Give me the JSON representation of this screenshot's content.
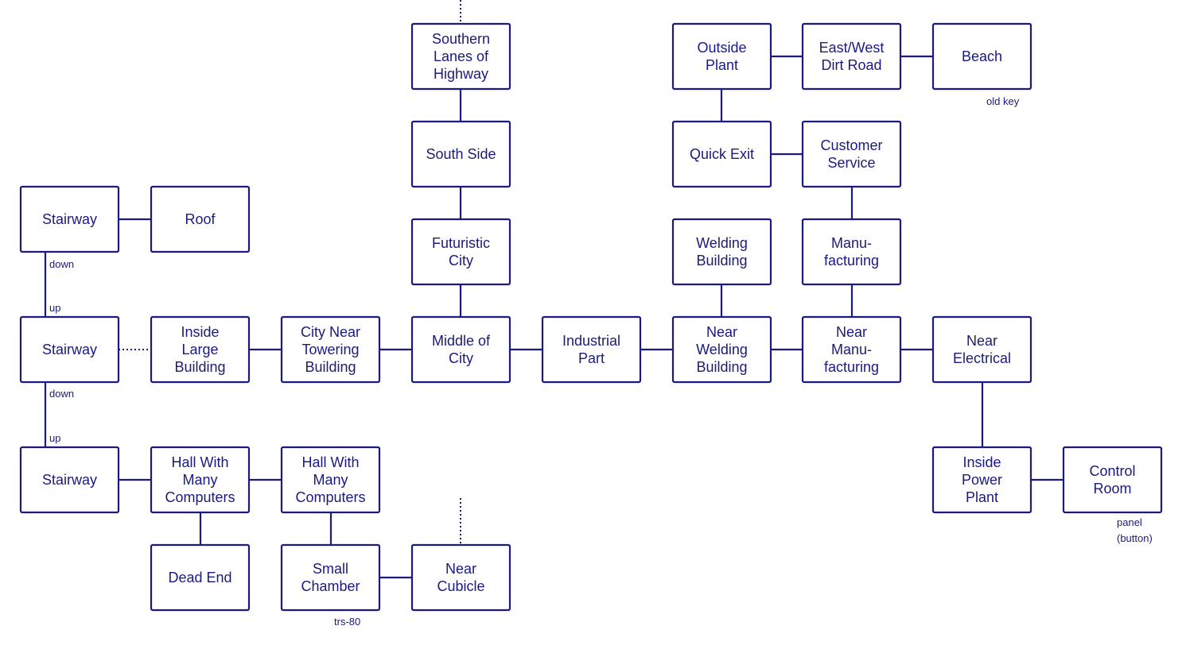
{
  "rooms": {
    "southern_lanes": [
      "Southern",
      "Lanes of",
      "Highway"
    ],
    "south_side": [
      "South Side"
    ],
    "futuristic_city": [
      "Futuristic",
      "City"
    ],
    "middle_city": [
      "Middle of",
      "City"
    ],
    "industrial_part": [
      "Industrial",
      "Part"
    ],
    "outside_plant": [
      "Outside",
      "Plant"
    ],
    "east_west_dirt_road": [
      "East/West",
      "Dirt Road"
    ],
    "beach": [
      "Beach"
    ],
    "quick_exit": [
      "Quick Exit"
    ],
    "customer_service": [
      "Customer",
      "Service"
    ],
    "welding_building": [
      "Welding",
      "Building"
    ],
    "manufacturing": [
      "Manu-",
      "facturing"
    ],
    "near_welding_building": [
      "Near",
      "Welding",
      "Building"
    ],
    "near_manufacturing": [
      "Near",
      "Manu-",
      "facturing"
    ],
    "near_electrical": [
      "Near",
      "Electrical"
    ],
    "inside_power_plant": [
      "Inside",
      "Power",
      "Plant"
    ],
    "control_room": [
      "Control",
      "Room"
    ],
    "stairway_top": [
      "Stairway"
    ],
    "roof": [
      "Roof"
    ],
    "stairway_mid": [
      "Stairway"
    ],
    "inside_large_building": [
      "Inside",
      "Large",
      "Building"
    ],
    "city_near_towering": [
      "City Near",
      "Towering",
      "Building"
    ],
    "stairway_bottom": [
      "Stairway"
    ],
    "hall_computers_1": [
      "Hall With",
      "Many",
      "Computers"
    ],
    "hall_computers_2": [
      "Hall With",
      "Many",
      "Computers"
    ],
    "dead_end": [
      "Dead End"
    ],
    "small_chamber": [
      "Small",
      "Chamber"
    ],
    "near_cubicle": [
      "Near",
      "Cubicle"
    ]
  },
  "notes": {
    "old_key": "old key",
    "down_1": "down",
    "up_1": "up",
    "down_2": "down",
    "up_2": "up",
    "panel": "panel",
    "button": "(button)",
    "trs80": "trs-80"
  }
}
